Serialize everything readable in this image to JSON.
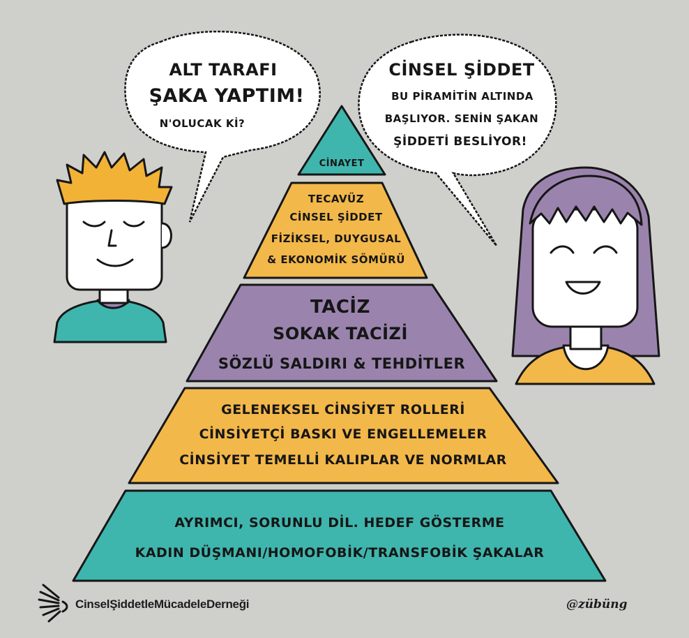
{
  "colors": {
    "background": "#cfd0cc",
    "teal": "#3fb6ad",
    "yellow": "#f3b84a",
    "purple": "#9a84ad",
    "skin": "#ffffff",
    "hair_man": "#f2b236",
    "hair_woman": "#9a84ad",
    "ink": "#161616"
  },
  "speech_left": {
    "line1": "ALT TARAFI",
    "line2": "ŞAKA YAPTIM!",
    "line3": "N'OLUCAK Kİ?"
  },
  "speech_right": {
    "line1": "CİNSEL ŞİDDET",
    "line2": "BU PİRAMİTİN ALTINDA",
    "line3": "BAŞLIYOR. SENİN ŞAKAN",
    "line4": "ŞİDDETİ BESLİYOR!"
  },
  "pyramid": {
    "level1": {
      "line1": "CİNAYET"
    },
    "level2": {
      "line1": "TECAVÜZ",
      "line2": "CİNSEL ŞİDDET",
      "line3": "FİZİKSEL, DUYGUSAL",
      "line4": "& EKONOMİK SÖMÜRÜ"
    },
    "level3": {
      "line1": "TACİZ",
      "line2": "SOKAK TACİZİ",
      "line3": "SÖZLÜ SALDIRI & TEHDİTLER"
    },
    "level4": {
      "line1": "GELENEKSEL CİNSİYET ROLLERİ",
      "line2": "CİNSİYETÇİ BASKI VE ENGELLEMELER",
      "line3": "CİNSİYET TEMELLİ KALIPLAR VE NORMLAR"
    },
    "level5": {
      "line1": "AYRIMCI, SORUNLU DİL. HEDEF GÖSTERME",
      "line2": "KADIN DÜŞMANI/HOMOFOBİK/TRANSFOBİK ŞAKALAR"
    }
  },
  "footer": {
    "organization": "CinselŞiddetleMücadeleDerneği",
    "signature": "@zübüng",
    "logo_icon": "radiating-lines-logo-icon"
  }
}
